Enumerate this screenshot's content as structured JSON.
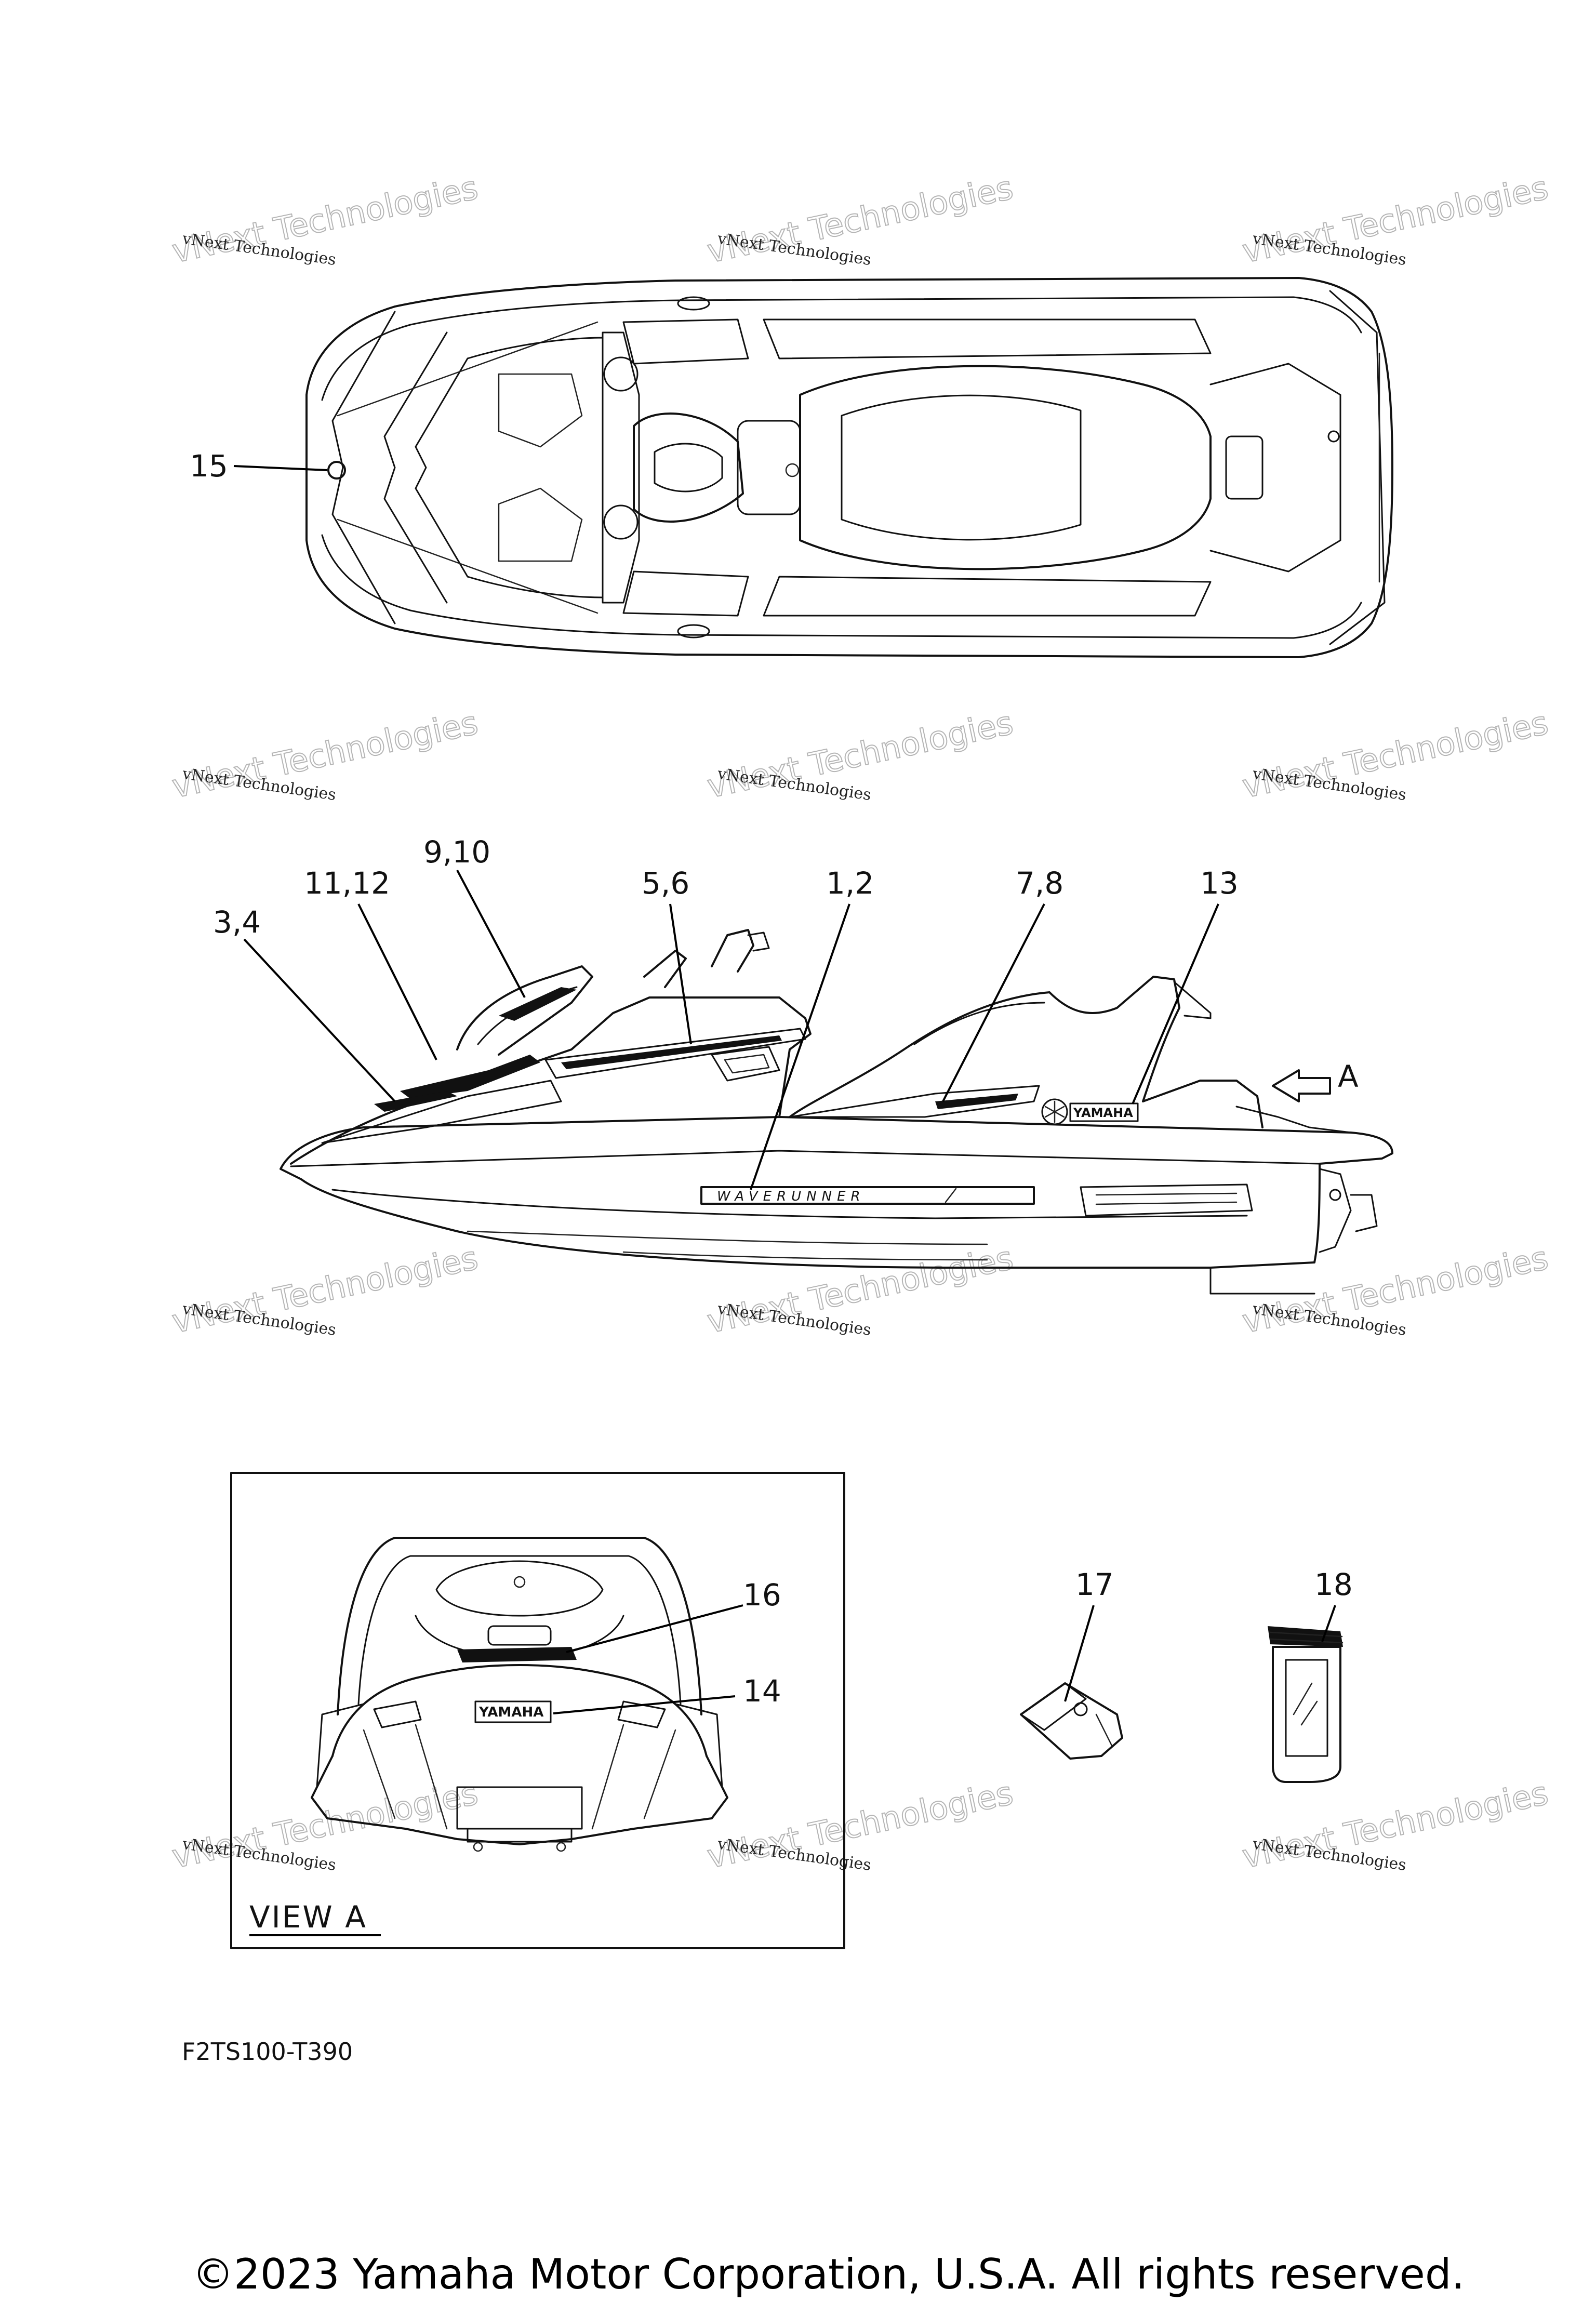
{
  "watermark": {
    "line1": "vNext Technologies",
    "line2": "vNext Technologies"
  },
  "callouts": {
    "c15": "15",
    "c9_10": "9,10",
    "c11_12": "11,12",
    "c5_6": "5,6",
    "c1_2": "1,2",
    "c7_8": "7,8",
    "c13": "13",
    "c3_4": "3,4",
    "cA": "A",
    "c16": "16",
    "c14": "14",
    "c17": "17",
    "c18": "18"
  },
  "decals": {
    "wave": "WAVERUNNER",
    "yamaha_side": "YAMAHA",
    "yamaha_rear": "YAMAHA"
  },
  "view_label": "VIEW A",
  "part_code": "F2TS100-T390",
  "copyright": "©2023 Yamaha Motor Corporation, U.S.A. All rights reserved."
}
